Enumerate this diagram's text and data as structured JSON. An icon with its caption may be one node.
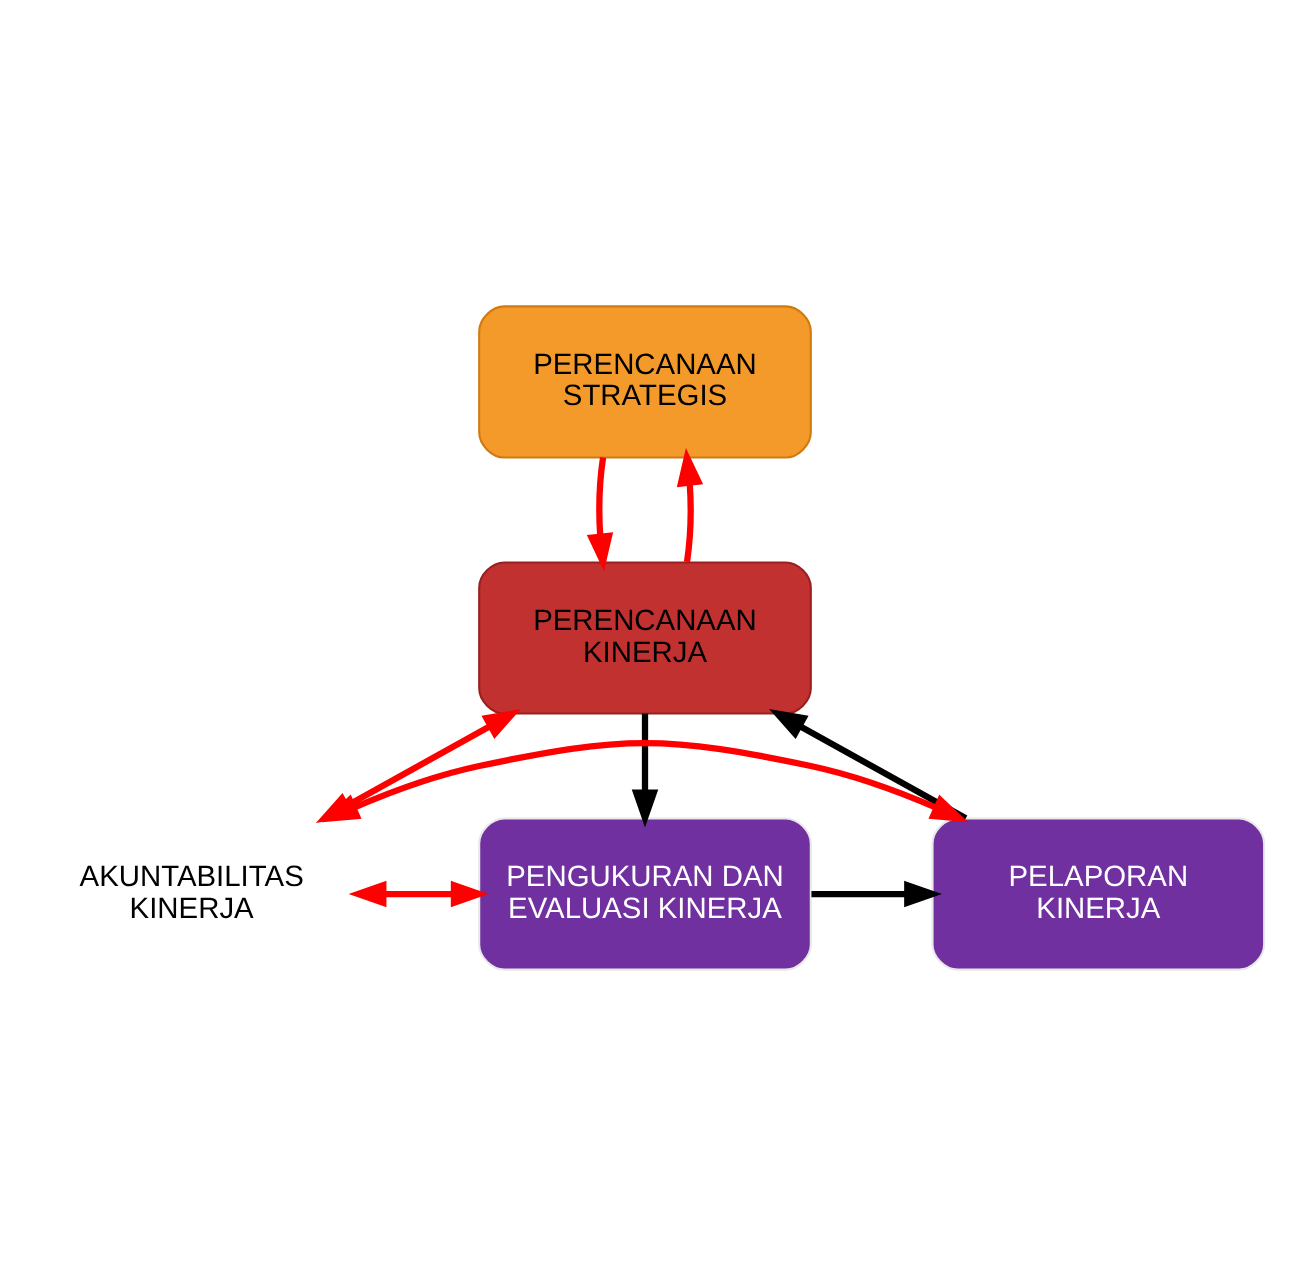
{
  "diagram": {
    "nodes": [
      {
        "text": [
          "PERENCANAAN STRATEGIS"
        ]
      },
      {
        "text": [
          "PERENCANAAN KINERJA"
        ]
      },
      {
        "text": [
          "PELAPORAN KINERJA"
        ]
      },
      {
        "text": [
          "AKUNTABILITAS KINERJA"
        ]
      },
      {
        "text": [
          "PENGUKURAN DAN EVALUASI KINERJA"
        ]
      }
    ],
    "edges": [
      {
        "from": 1,
        "to": 0,
        "arrow": "to"
      },
      {
        "from": 0,
        "to": 1,
        "arrow": "to"
      },
      {
        "from": 1,
        "to": 3,
        "arrow": "both"
      },
      {
        "from": 2,
        "to": 3,
        "arrow": "both"
      },
      {
        "from": 3,
        "to": 4,
        "arrow": "both"
      },
      {
        "from": 1,
        "to": 4,
        "arrow": "to",
        "color": "#000000"
      },
      {
        "from": 4,
        "to": 2,
        "arrow": "to",
        "color": "#000000"
      },
      {
        "from": 2,
        "to": 1,
        "arrow": "to",
        "color": "#000000"
      }
    ]
  }
}
